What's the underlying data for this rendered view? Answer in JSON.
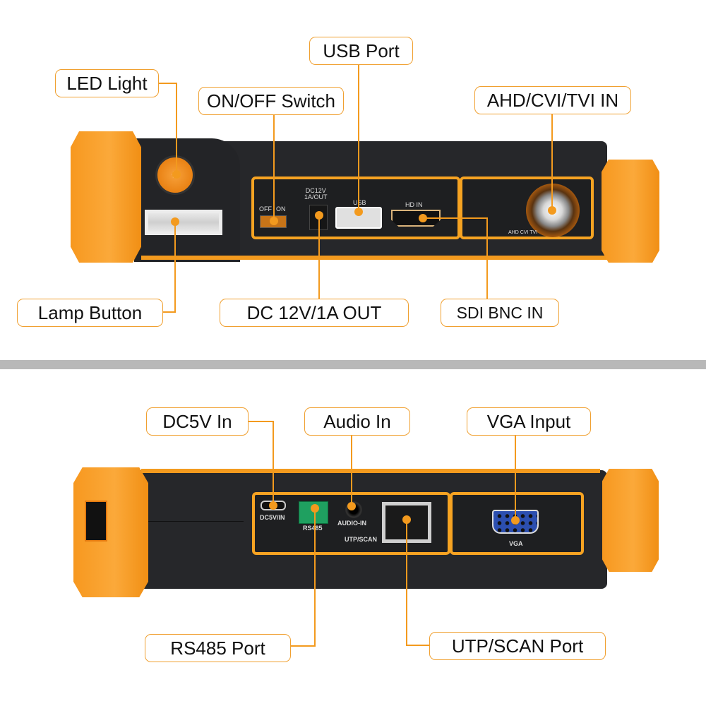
{
  "top_view": {
    "labels": {
      "led_light": "LED Light",
      "on_off_switch": "ON/OFF Switch",
      "usb_port": "USB Port",
      "ahd_cvi_tvi_in": "AHD/CVI/TVI IN",
      "lamp_button": "Lamp Button",
      "dc_out": "DC 12V/1A OUT",
      "sdi_bnc_in": "SDI BNC IN"
    },
    "device_text": {
      "switch_off": "OFF",
      "switch_on": "ON",
      "dc_jack": "DC12V\n1A/OUT",
      "usb": "USB",
      "hd_in": "HD IN",
      "bnc": "AHD CVI TVI"
    }
  },
  "bottom_view": {
    "labels": {
      "dc5v_in": "DC5V In",
      "audio_in": "Audio In",
      "vga_input": "VGA Input",
      "rs485_port": "RS485 Port",
      "utp_scan_port": "UTP/SCAN Port"
    },
    "device_text": {
      "dc5v": "DC5V/IN",
      "rs485": "RS485",
      "audio": "AUDIO-IN",
      "utp": "UTP/SCAN",
      "vga": "VGA"
    }
  },
  "colors": {
    "accent_orange": "#f39a1e",
    "device_body": "#26272a",
    "divider": "#b8b8b8",
    "vga_blue": "#2c4fb0",
    "rs485_green": "#1fa060"
  }
}
